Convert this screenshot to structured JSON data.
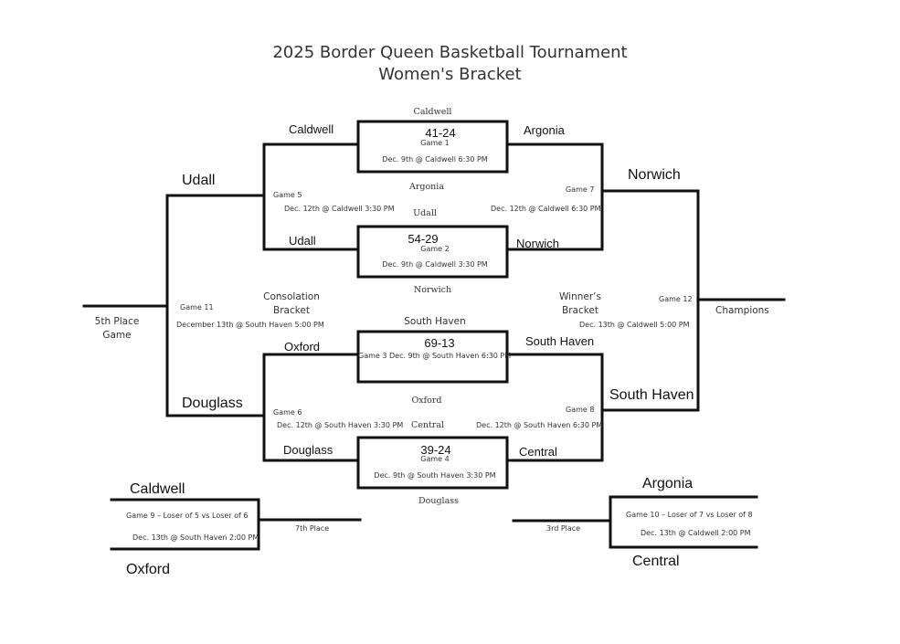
{
  "title": {
    "line1": "2025 Border Queen Basketball Tournament",
    "line2": "Women's Bracket"
  },
  "game1": {
    "top_label": "Caldwell",
    "left_team": "Caldwell",
    "right_team": "Argonia",
    "score": "41-24",
    "game": "Game 1",
    "info": "Dec. 9th @ Caldwell 6:30 PM",
    "bottom_label": "Argonia"
  },
  "game2": {
    "top_label": "Udall",
    "left_team": "Udall",
    "right_team": "Norwich",
    "score": "54-29",
    "game": "Game 2",
    "info": "Dec. 9th @ Caldwell 3:30 PM",
    "bottom_label": "Norwich"
  },
  "game3": {
    "top_label": "South Haven",
    "left_team": "Oxford",
    "right_team": "South Haven",
    "score": "69-13",
    "info": "Game 3 Dec. 9th @ South Haven 6:30 PM",
    "bottom_label": "Oxford"
  },
  "game4": {
    "top_label": "Central",
    "left_team": "Douglass",
    "right_team": "Central",
    "score": "39-24",
    "game": "Game 4",
    "info": "Dec. 9th @ South Haven 3:30 PM",
    "bottom_label": "Douglass"
  },
  "game5": {
    "game": "Game 5",
    "info": "Dec. 12th @ Caldwell 3:30 PM",
    "winner": "Udall"
  },
  "game6": {
    "game": "Game 6",
    "info": "Dec. 12th @ South Haven 3:30 PM",
    "winner": "Douglass"
  },
  "game7": {
    "game": "Game 7",
    "info": "Dec. 12th @ Caldwell 6:30 PM",
    "winner": "Norwich"
  },
  "game8": {
    "game": "Game 8",
    "info": "Dec. 12th @ South Haven 6:30 PM",
    "winner": "South Haven"
  },
  "game11": {
    "game": "Game 11",
    "info": "December 13th @ South Haven 5:00 PM",
    "result_label": "5th Place Game"
  },
  "game12": {
    "game": "Game 12",
    "info": "Dec. 13th @ Caldwell 5:00 PM",
    "result_label": "Champions"
  },
  "consolation": {
    "label": "Consolation Bracket"
  },
  "winners": {
    "label": "Winner’s Bracket"
  },
  "game9": {
    "top_team": "Caldwell",
    "bottom_team": "Oxford",
    "desc": "Game 9 – Loser of 5 vs Loser of 6",
    "info": "Dec. 13th @ South Haven 2:00 PM",
    "result_label": "7th Place"
  },
  "game10": {
    "top_team": "Argonia",
    "bottom_team": "Central",
    "desc": "Game 10 – Loser of 7 vs Loser of 8",
    "info": "Dec. 13th @ Caldwell 2:00 PM",
    "result_label": "3rd Place"
  }
}
